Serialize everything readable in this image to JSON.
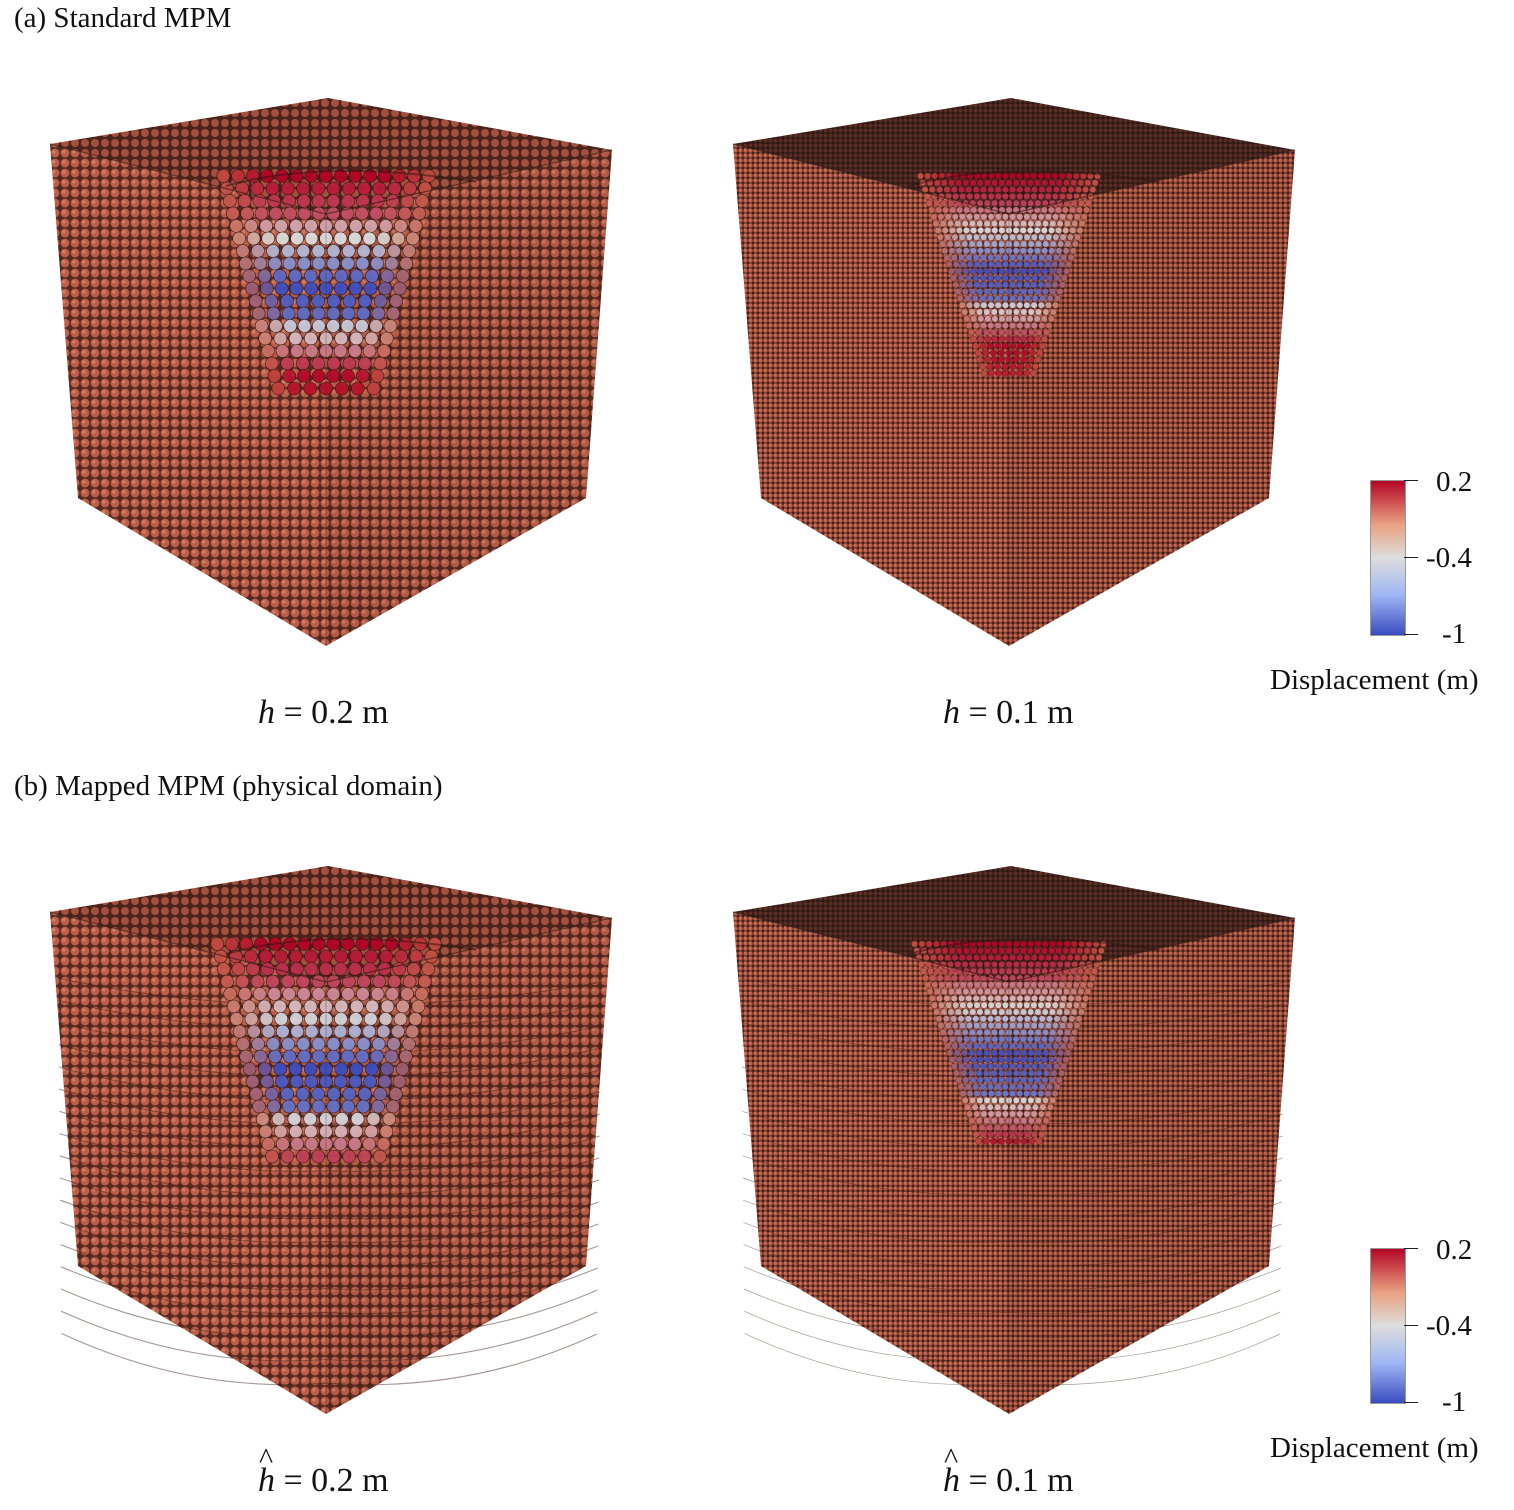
{
  "figure": {
    "section_a": {
      "title": "(a) Standard MPM"
    },
    "section_b": {
      "title": "(b) Mapped MPM (physical domain)"
    },
    "panels": [
      {
        "id": "a-coarse",
        "caption_var": "h",
        "caption_hat": false,
        "caption_value": "= 0.2 m",
        "resolution": "coarse",
        "mapped": false
      },
      {
        "id": "a-fine",
        "caption_var": "h",
        "caption_hat": false,
        "caption_value": "= 0.1 m",
        "resolution": "fine",
        "mapped": false
      },
      {
        "id": "b-coarse",
        "caption_var": "h",
        "caption_hat": true,
        "caption_value": "= 0.2 m",
        "resolution": "coarse",
        "mapped": true
      },
      {
        "id": "b-fine",
        "caption_var": "h",
        "caption_hat": true,
        "caption_value": "= 0.1 m",
        "resolution": "fine",
        "mapped": true
      }
    ],
    "colorbar": {
      "title": "Displacement (m)",
      "ticks": [
        "0.2",
        "-0.4",
        "-1"
      ],
      "range": [
        -1,
        0.2
      ],
      "colors": {
        "max": "#b40426",
        "mid": "#dddddd",
        "min": "#3b4cc0"
      }
    },
    "particle_colors": {
      "base": "#c8644c",
      "dark": "#3a1e18",
      "top_fine": "#5a2e24"
    },
    "hat_symbol": "^"
  }
}
